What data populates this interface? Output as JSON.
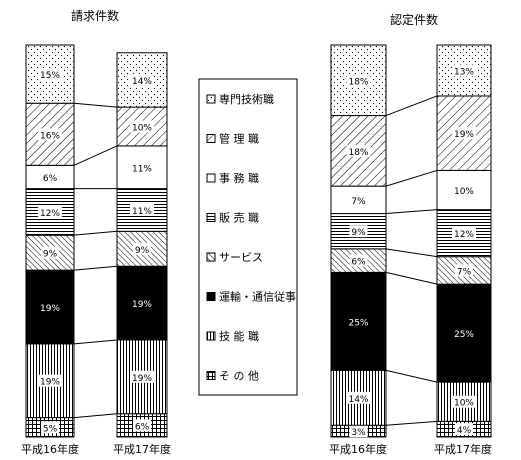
{
  "chart_data": [
    {
      "type": "bar",
      "stacked": true,
      "title": "請求件数",
      "categories": [
        "平成16年度",
        "平成17年度"
      ],
      "series": [
        {
          "name": "その他",
          "values": [
            5,
            6
          ]
        },
        {
          "name": "技能職",
          "values": [
            19,
            19
          ]
        },
        {
          "name": "運輸・通信従事",
          "values": [
            19,
            19
          ]
        },
        {
          "name": "サービス",
          "values": [
            9,
            9
          ]
        },
        {
          "name": "販売職",
          "values": [
            12,
            11
          ]
        },
        {
          "name": "事務職",
          "values": [
            6,
            11
          ]
        },
        {
          "name": "管理職",
          "values": [
            16,
            10
          ]
        },
        {
          "name": "専門技術職",
          "values": [
            15,
            14
          ]
        }
      ],
      "labels": [
        [
          "5%",
          "19%",
          "19%",
          "9%",
          "12%",
          "6%",
          "16%",
          "15%"
        ],
        [
          "6%",
          "19%",
          "19%",
          "9%",
          "11%",
          "11%",
          "10%",
          "14%"
        ]
      ],
      "ylim": [
        0,
        101
      ]
    },
    {
      "type": "bar",
      "stacked": true,
      "title": "認定件数",
      "categories": [
        "平成16年度",
        "平成17年度"
      ],
      "series": [
        {
          "name": "その他",
          "values": [
            3,
            4
          ]
        },
        {
          "name": "技能職",
          "values": [
            14,
            10
          ]
        },
        {
          "name": "運輸・通信従事",
          "values": [
            25,
            25
          ]
        },
        {
          "name": "サービス",
          "values": [
            6,
            7
          ]
        },
        {
          "name": "販売職",
          "values": [
            9,
            12
          ]
        },
        {
          "name": "事務職",
          "values": [
            7,
            10
          ]
        },
        {
          "name": "管理職",
          "values": [
            18,
            19
          ]
        },
        {
          "name": "専門技術職",
          "values": [
            18,
            13
          ]
        }
      ],
      "labels": [
        [
          "3%",
          "14%",
          "25%",
          "6%",
          "9%",
          "7%",
          "18%",
          "18%"
        ],
        [
          "4%",
          "10%",
          "25%",
          "7%",
          "12%",
          "10%",
          "19%",
          "13%"
        ]
      ],
      "ylim": [
        0,
        100
      ]
    }
  ],
  "legend": {
    "items": [
      {
        "label": "専門技術職",
        "pattern": "dots"
      },
      {
        "label": "管 理 職",
        "pattern": "diag"
      },
      {
        "label": "事 務 職",
        "pattern": "none"
      },
      {
        "label": "販 売 職",
        "pattern": "hlines"
      },
      {
        "label": "サービス",
        "pattern": "diag-dense"
      },
      {
        "label": "運輸・通信従事",
        "pattern": "solid"
      },
      {
        "label": "技 能 職",
        "pattern": "vlines"
      },
      {
        "label": "そ の 他",
        "pattern": "grid"
      }
    ]
  },
  "patterns": [
    "grid",
    "vlines",
    "solid",
    "diag-dense",
    "hlines",
    "none",
    "diag",
    "dots"
  ]
}
